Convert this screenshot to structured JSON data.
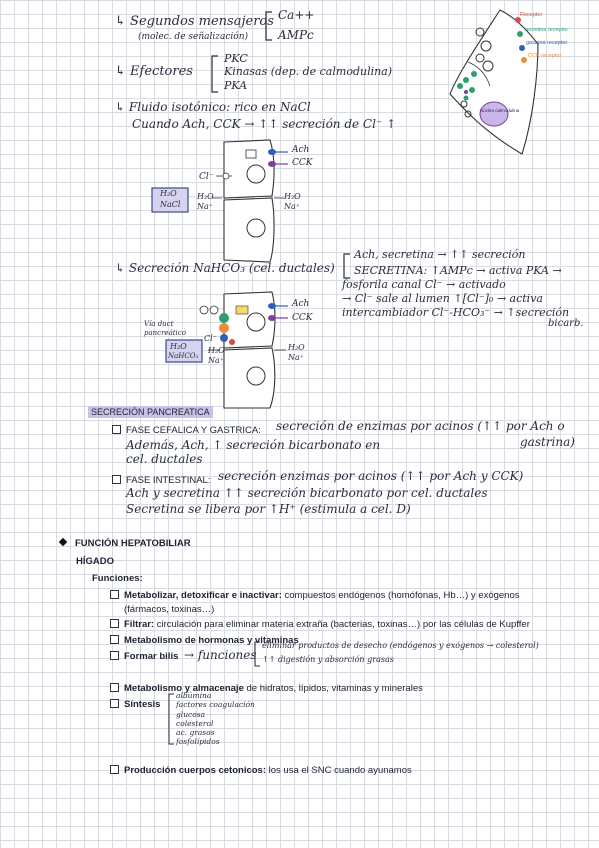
{
  "top": {
    "segundos": {
      "arrow": "↳",
      "title": "Segundos mensajeros",
      "sub": "(molec. de señalización)",
      "items": [
        "Ca++",
        "AMPc"
      ]
    },
    "efectores": {
      "arrow": "↳",
      "title": "Efectores",
      "items": [
        "PKC",
        "Kinasas (dep. de calmodulina)",
        "PKA"
      ]
    },
    "fluido": {
      "arrow": "↳",
      "line1": "Fluido isotónico: rico en NaCl",
      "line2": "Cuando Ach, CCK → ↑↑ secreción de Cl⁻ ↑"
    }
  },
  "right_diagram": {
    "labels": [
      "Receptor",
      "secretina receptor",
      "gastrina receptor",
      "CCK receptor"
    ],
    "colors": {
      "red": "#d94a4a",
      "green": "#2e9e6a",
      "blue": "#2f5fb8",
      "orange": "#ef8b3a",
      "purple": "#7b3fa0"
    },
    "nucleus_label": "Núcleo calmodulina"
  },
  "cell1": {
    "labels": {
      "ach": "Ach",
      "cck": "CCK",
      "cl": "Cl⁻",
      "h2o": "H₂O",
      "na": "Na⁺",
      "box": [
        "H₂O",
        "NaCl"
      ]
    }
  },
  "bicarb": {
    "arrow": "↳",
    "title": "Secreción NaHCO₃ (cel. ductales)",
    "lines": [
      "Ach, secretina → ↑↑ secreción",
      "SECRETINA: ↑AMPc → activa PKA →",
      "fosforila canal Cl⁻ → activado",
      "→ Cl⁻ sale al lumen ↑[Cl⁻]₀ → activa",
      "intercambiador Cl⁻-HCO₃⁻ → ↑secreción",
      "bicarb."
    ]
  },
  "cell2": {
    "labels": {
      "ach": "Ach",
      "cck": "CCK",
      "cl": "Cl⁻",
      "h2o": "H₂O",
      "na": "Na⁺",
      "box": [
        "H₂O",
        "NaHCO₃"
      ],
      "side": [
        "Vía duct",
        "pancreático"
      ]
    }
  },
  "pancreatica": {
    "heading": "SECRECIÓN PANCREATICA",
    "fase1_label": "FASE CEFALICA Y GASTRICA:",
    "fase1_hw": [
      "secreción de enzimas por acinos (↑↑ por Ach o",
      "gastrina)",
      "Además, Ach, ↑ secreción bicarbonato en",
      "cel. ductales"
    ],
    "fase2_label": "FASE INTESTINAL:",
    "fase2_hw": [
      "secreción enzimas por acinos (↑↑ por Ach y CCK)",
      "Ach y secretina ↑↑ secreción bicarbonato por cel. ductales",
      "Secretina se libera por ↑H⁺ (estimula a cel. D)"
    ]
  },
  "hepato": {
    "title": "FUNCIÓN HEPATOBILIAR",
    "subtitle": "HÍGADO",
    "funciones": "Funciones:",
    "items": [
      {
        "bold": "Metabolizar, detoxificar e inactivar:",
        "text": " compuestos endógenos (homófonas, Hb…) y exógenos"
      },
      {
        "bold": "",
        "text": "(fármacos, toxinas…)"
      },
      {
        "bold": "Filtrar:",
        "text": " circulación para eliminar materia extraña (bacterias, toxinas…) por las células de Kupffer"
      },
      {
        "bold": "Metabolismo de hormonas y vitaminas",
        "text": ""
      },
      {
        "bold": "Formar bilis",
        "text": ""
      },
      {
        "bold": "Metabolismo y almacenaje",
        "text": " de hidratos, lípidos, vitaminas y minerales"
      },
      {
        "bold": "Síntesis",
        "text": ""
      },
      {
        "bold": "Producción cuerpos cetonicos:",
        "text": " los usa el SNC cuando ayunamos"
      }
    ],
    "bilis_hw": "→ funciones",
    "bilis_sub": [
      "eliminar productos de desecho (endógenos y exógenos → colesterol)",
      "↑↑ digestión y absorción grasas"
    ],
    "sintesis_list": [
      "albúmina",
      "factores coagulación",
      "glucosa",
      "colesterol",
      "ac. grasos",
      "fosfolípidos"
    ]
  }
}
